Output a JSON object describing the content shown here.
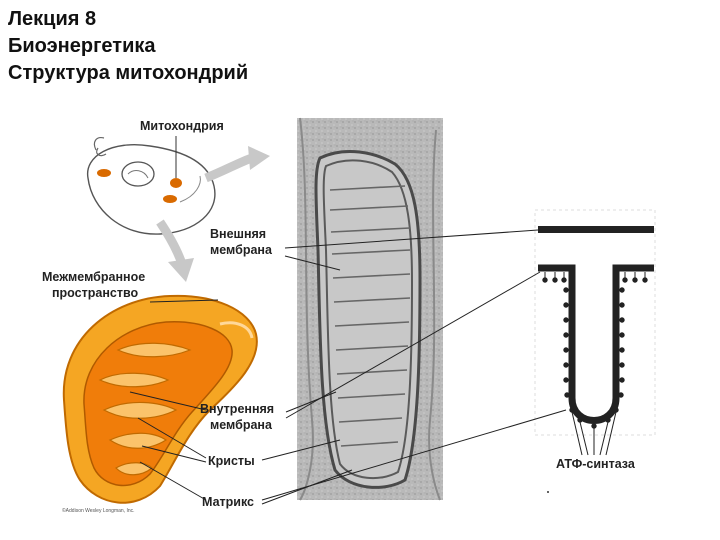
{
  "heading": {
    "line1": "Лекция 8",
    "line2": "Биоэнергетика",
    "line3": "Структура митохондрий"
  },
  "labels": {
    "mitochondrion": "Митохондрия",
    "outer_membrane_1": "Внешняя",
    "outer_membrane_2": "мембрана",
    "intermembrane_1": "Межмембранное",
    "intermembrane_2": "пространство",
    "inner_membrane_1": "Внутренняя",
    "inner_membrane_2": "мембрана",
    "cristae": "Кристы",
    "matrix": "Матрикс",
    "atp_synthase": "АТФ-синтаза"
  },
  "copyright": "©Addison Wesley Longman, Inc.",
  "colors": {
    "mito_outer": "#f5a623",
    "mito_inner": "#f07d0a",
    "mito_matrix": "#fbc36b",
    "organelle": "#d96a00",
    "membrane": "#222222"
  }
}
